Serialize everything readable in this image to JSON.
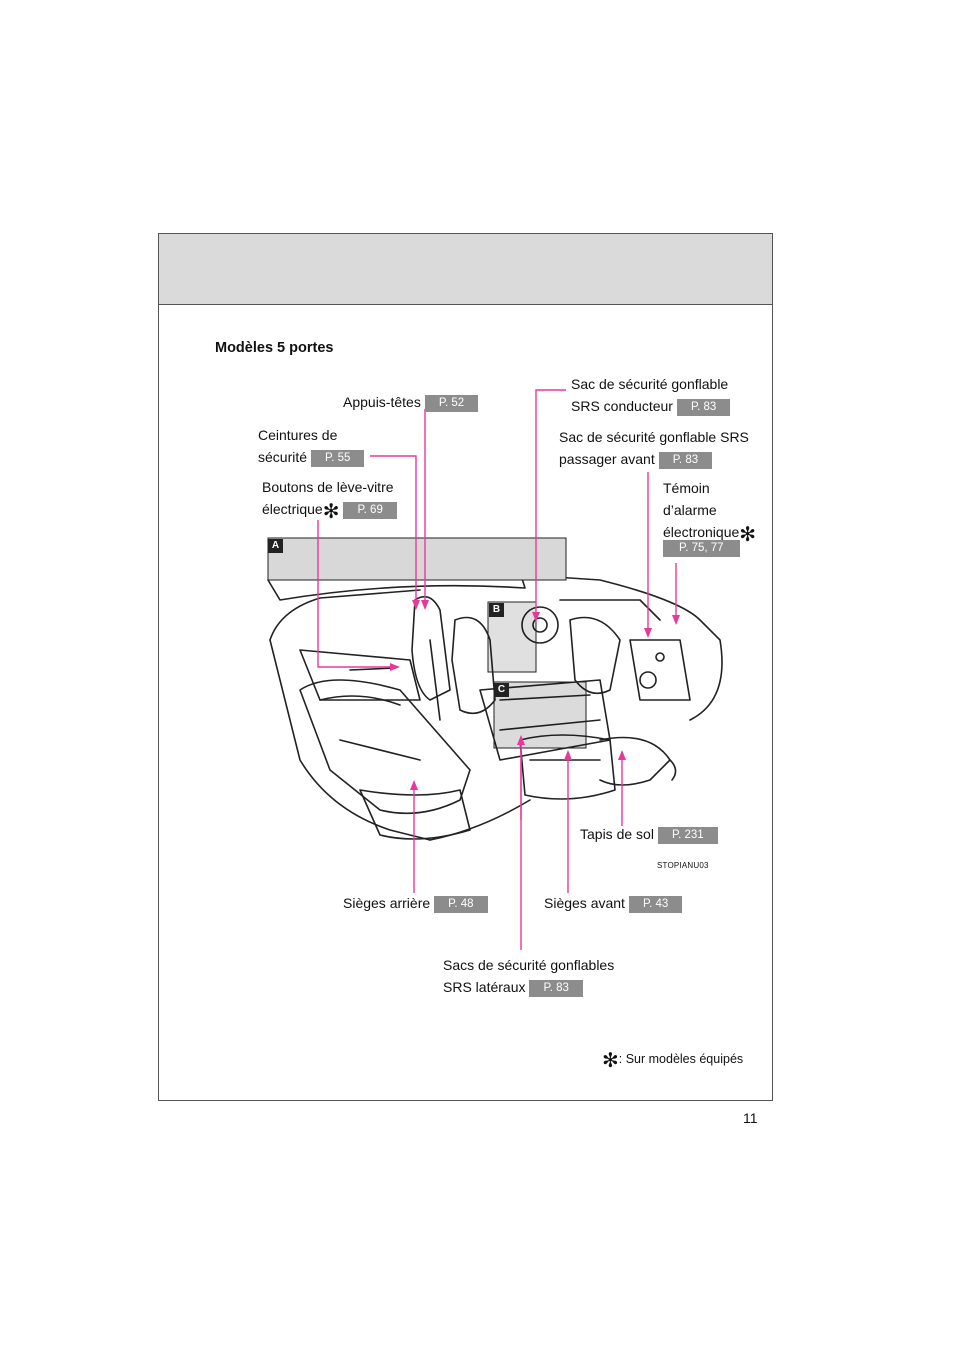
{
  "section_title": "Modèles 5 portes",
  "labels": {
    "appuis_tetes": {
      "text": "Appuis-têtes",
      "page": "P. 52"
    },
    "ceintures": {
      "line1": "Ceintures de",
      "line2": "sécurité",
      "page": "P. 55"
    },
    "boutons": {
      "line1": "Boutons de lève-vitre",
      "line2": "électrique",
      "page": "P. 69"
    },
    "sac_conducteur": {
      "line1": "Sac de sécurité gonflable",
      "line2": "SRS conducteur",
      "page": "P. 83"
    },
    "sac_passager": {
      "line1": "Sac de sécurité gonflable SRS",
      "line2": "passager avant",
      "page": "P. 83"
    },
    "temoin": {
      "line1": "Témoin",
      "line2": "d’alarme",
      "line3": "électronique",
      "page": "P. 75, 77"
    },
    "tapis": {
      "text": "Tapis de sol",
      "page": "P. 231"
    },
    "sieges_arriere": {
      "text": "Sièges arrière",
      "page": "P. 48"
    },
    "sieges_avant": {
      "text": "Sièges avant",
      "page": "P. 43"
    },
    "sacs_lateraux": {
      "line1": "Sacs de sécurité gonflables",
      "line2": "SRS latéraux",
      "page": "P. 83"
    }
  },
  "markers": {
    "a": "A",
    "b": "B",
    "c": "C"
  },
  "image_code": "STOPIANU03",
  "footnote": {
    "symbol": "✻",
    "text": ": Sur modèles équipés"
  },
  "page_number": "11",
  "colors": {
    "leader": "#e8389a",
    "page_ref": "#8c8c8c",
    "band": "#dadada"
  }
}
